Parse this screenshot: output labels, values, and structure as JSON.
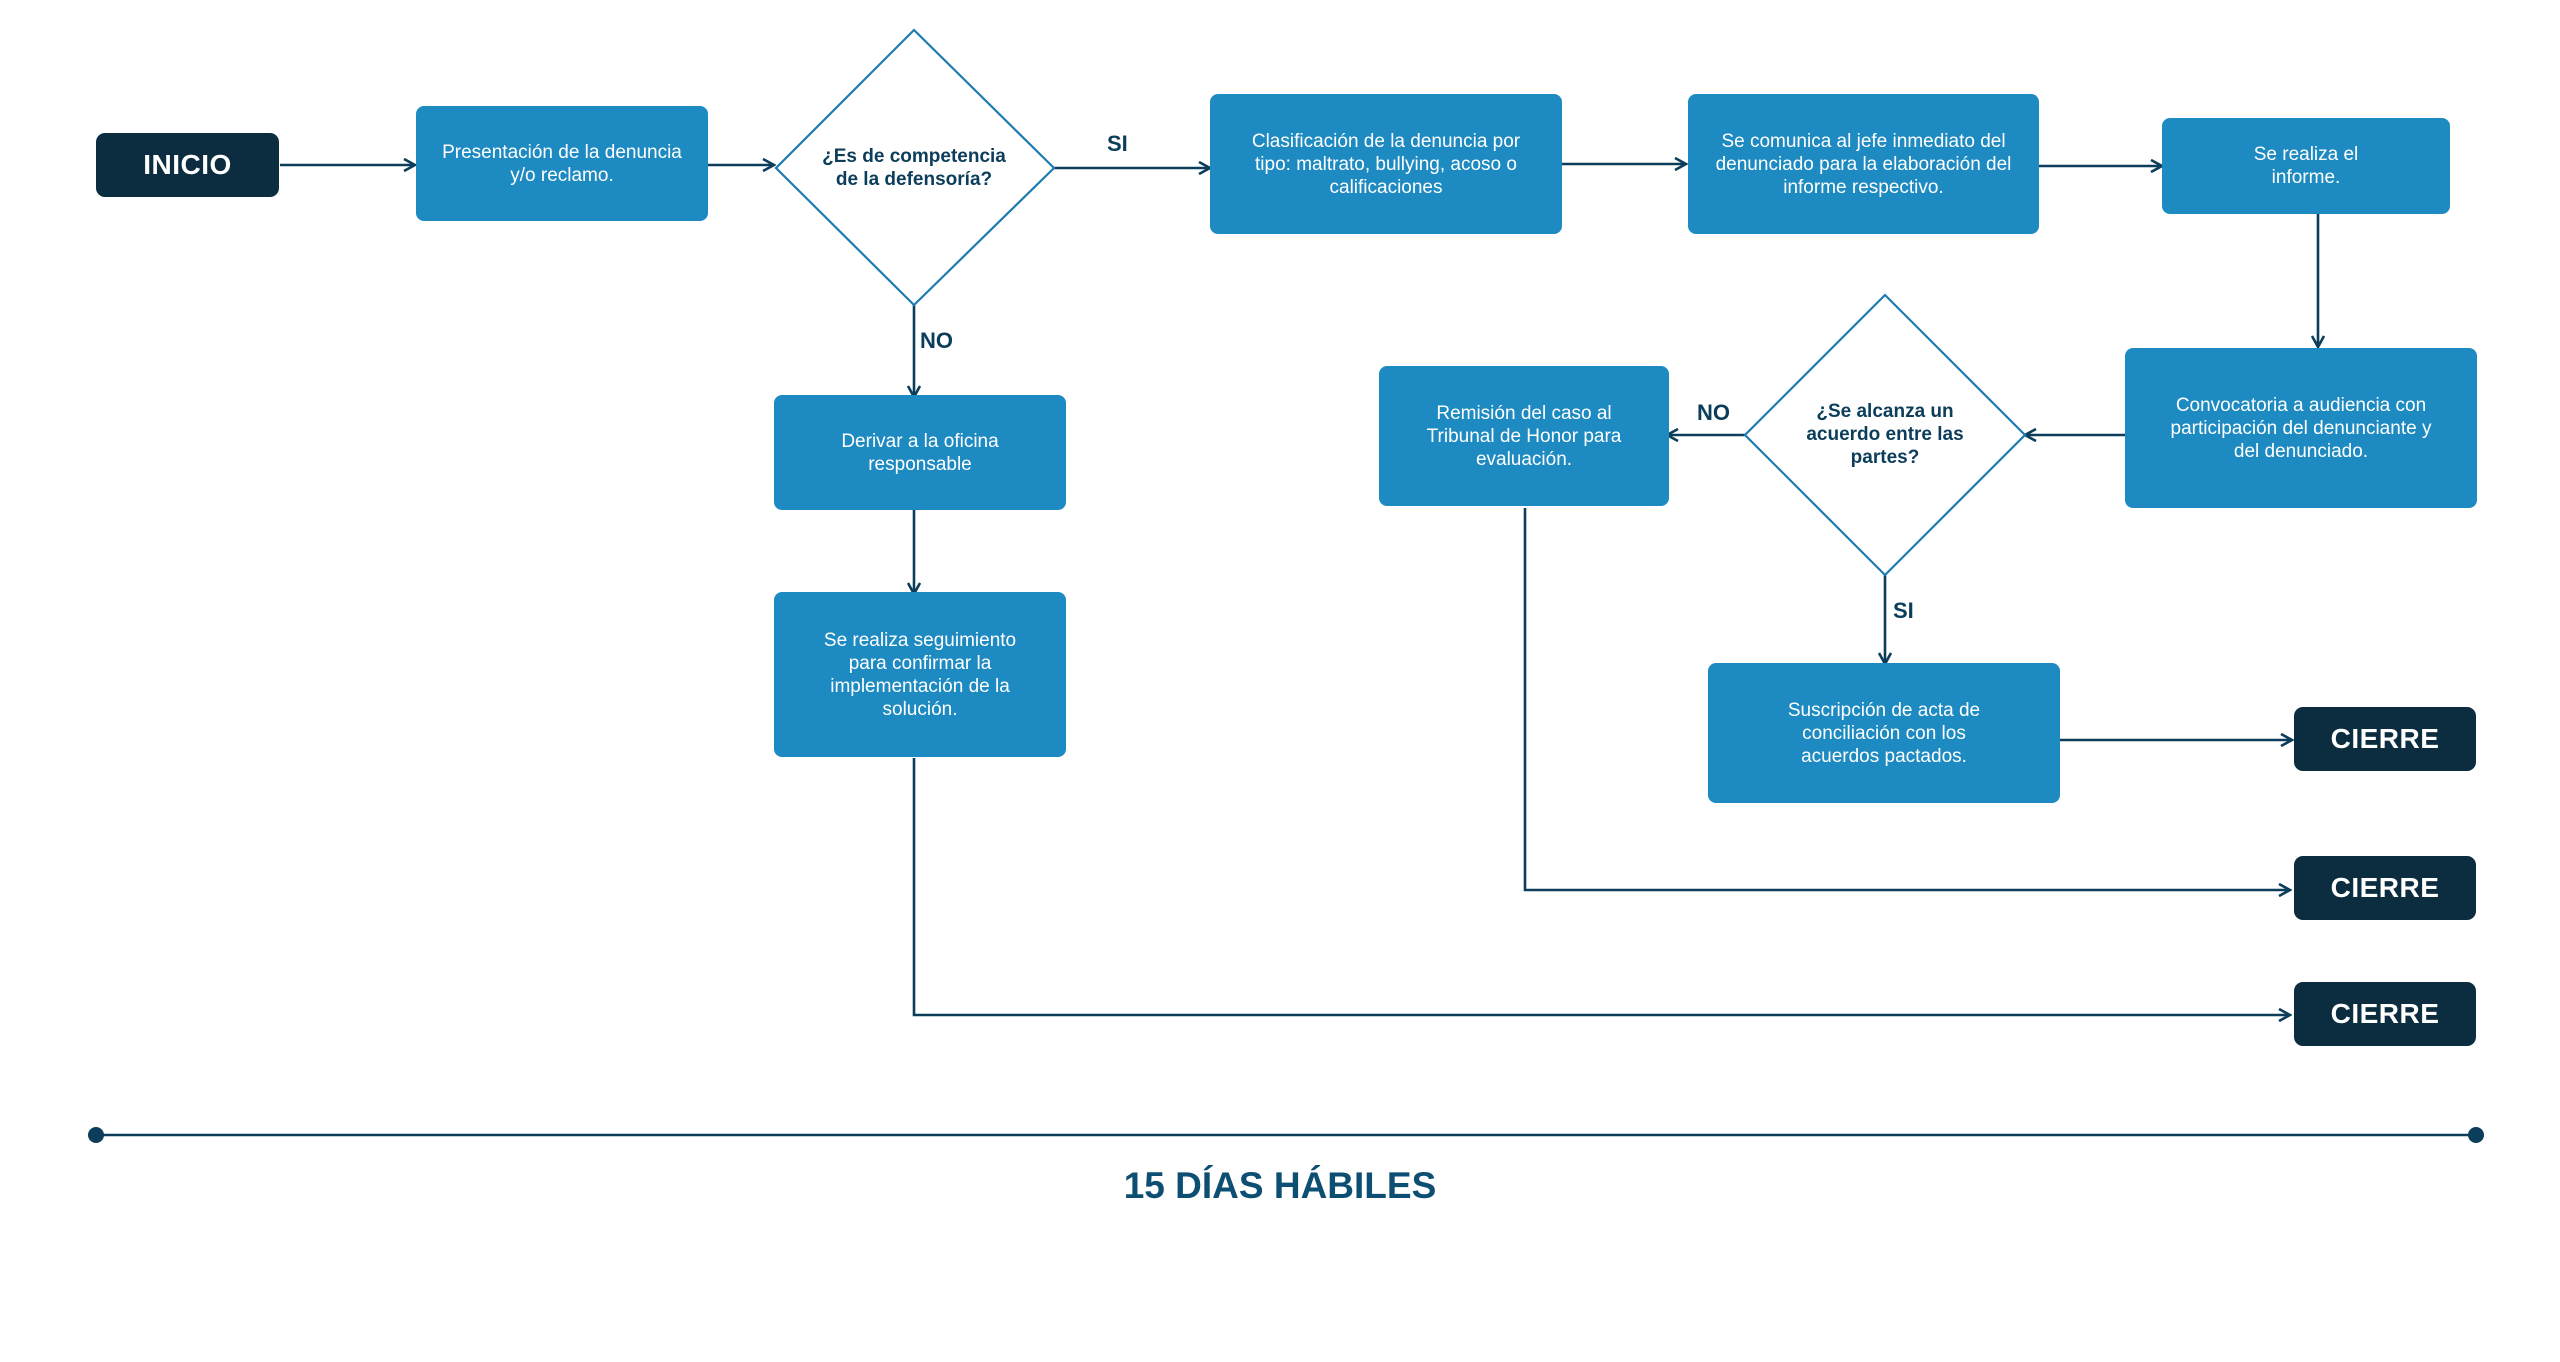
{
  "colors": {
    "process": "#1d8ac1",
    "terminal": "#0c2d40",
    "line": "#0c3d5a",
    "diamond_border": "#1d7bb0",
    "text_dark": "#0c4f72"
  },
  "nodes": {
    "inicio": "INICIO",
    "presentacion": "Presentación de la denuncia y/o reclamo.",
    "decision_competencia": "¿Es de competencia de la defensoría?",
    "clasificacion": "Clasificación de la denuncia por tipo: maltrato, bullying, acoso o calificaciones",
    "comunica_jefe": "Se comunica al jefe inmediato del denunciado para la elaboración del informe respectivo.",
    "realiza_informe": "Se realiza el informe.",
    "convocatoria": "Convocatoria a audiencia con participación del denunciante y del denunciado.",
    "decision_acuerdo": "¿Se alcanza un acuerdo entre las partes?",
    "remision": "Remisión del caso al Tribunal de Honor para evaluación.",
    "suscripcion": "Suscripción de acta de conciliación con los acuerdos pactados.",
    "derivar": "Derivar a la oficina responsable",
    "seguimiento": "Se realiza seguimiento para confirmar la implementación de la solución.",
    "cierre_1": "CIERRE",
    "cierre_2": "CIERRE",
    "cierre_3": "CIERRE"
  },
  "labels": {
    "si_competencia": "SI",
    "no_competencia": "NO",
    "no_acuerdo": "NO",
    "si_acuerdo": "SI"
  },
  "timeline": {
    "label": "15 DÍAS HÁBILES"
  }
}
